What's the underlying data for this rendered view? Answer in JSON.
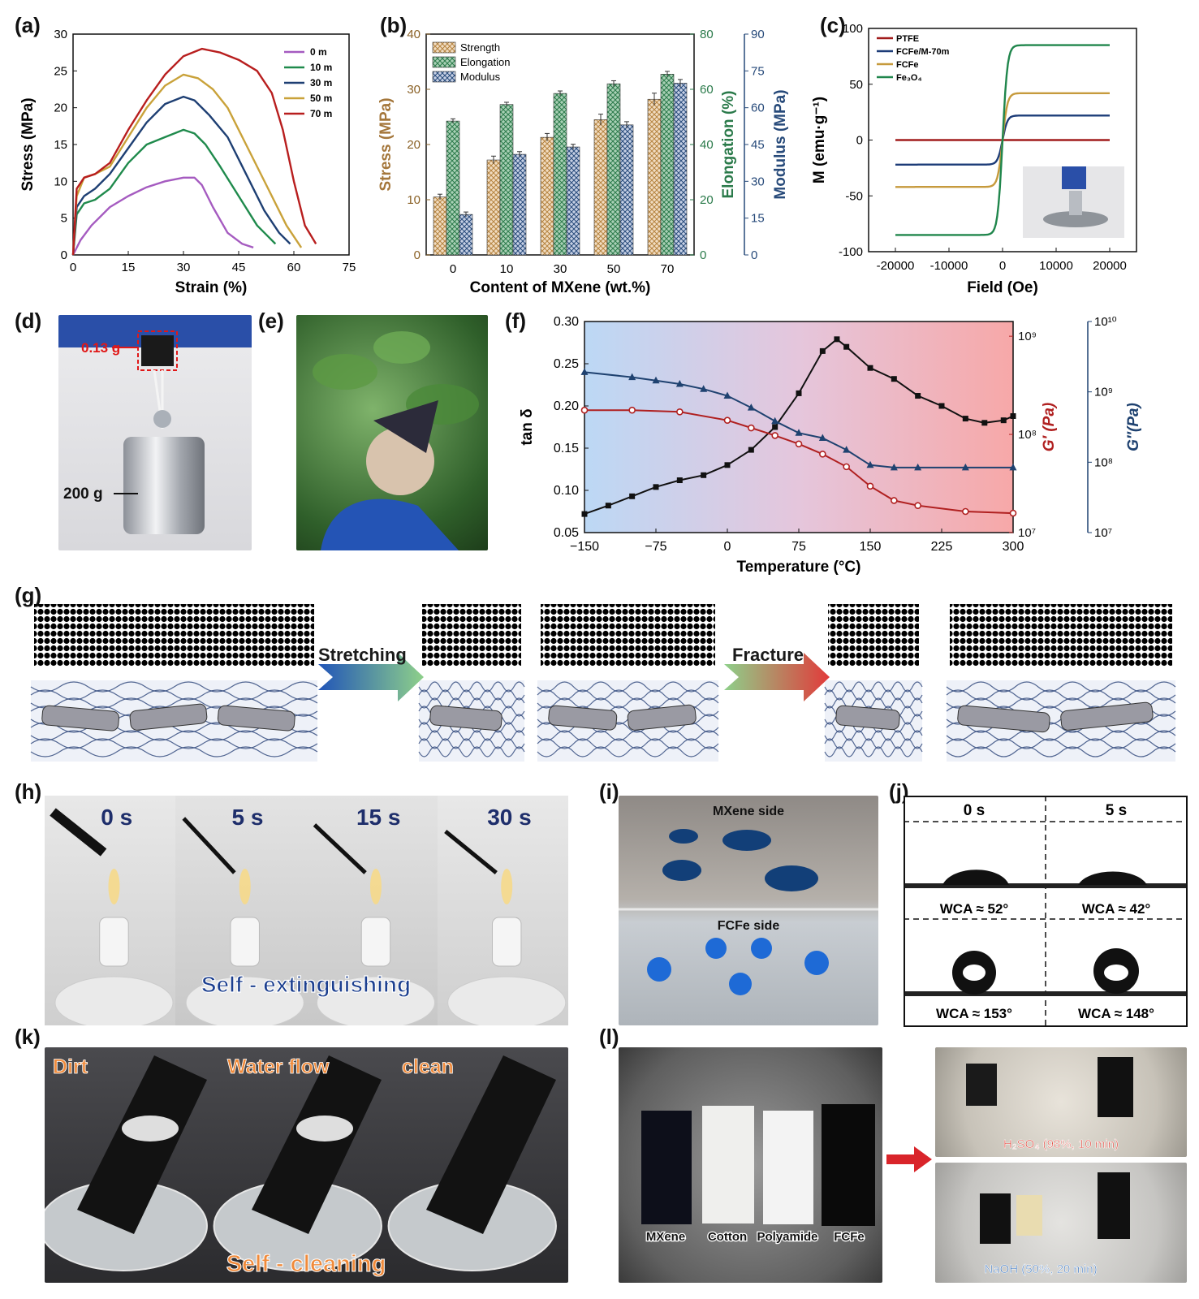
{
  "panels": {
    "a": "(a)",
    "b": "(b)",
    "c": "(c)",
    "d": "(d)",
    "e": "(e)",
    "f": "(f)",
    "g": "(g)",
    "h": "(h)",
    "i": "(i)",
    "j": "(j)",
    "k": "(k)",
    "l": "(l)"
  },
  "chart_data": [
    {
      "id": "a",
      "type": "line",
      "xlabel": "Strain (%)",
      "ylabel": "Stress (MPa)",
      "xlim": [
        0,
        75
      ],
      "ylim": [
        0,
        30
      ],
      "xticks": [
        "0",
        "15",
        "30",
        "45",
        "60",
        "75"
      ],
      "yticks": [
        "0",
        "5",
        "10",
        "15",
        "20",
        "25",
        "30"
      ],
      "legend_placement": "top-right",
      "colors": [
        "#a55bc0",
        "#1f8a4c",
        "#1e3f73",
        "#c9a23a",
        "#b81e1e"
      ],
      "series": [
        {
          "name": "0   m",
          "x": [
            0,
            2,
            5,
            10,
            15,
            20,
            25,
            30,
            33,
            35,
            38,
            42,
            46,
            49
          ],
          "y": [
            0,
            2,
            4,
            6.5,
            8,
            9.2,
            10,
            10.5,
            10.5,
            9.5,
            6.5,
            3,
            1.5,
            1
          ]
        },
        {
          "name": "10 m",
          "x": [
            0,
            1,
            3,
            6,
            10,
            15,
            20,
            25,
            30,
            33,
            36,
            40,
            45,
            50,
            53,
            55
          ],
          "y": [
            0,
            5.5,
            7,
            7.5,
            9,
            12.5,
            15,
            16,
            17,
            16.5,
            15,
            12,
            8,
            4,
            2.5,
            1.5
          ]
        },
        {
          "name": "30 m",
          "x": [
            0,
            1,
            3,
            6,
            10,
            15,
            20,
            25,
            30,
            33,
            37,
            42,
            47,
            52,
            56,
            59
          ],
          "y": [
            0,
            6.5,
            8,
            9,
            11,
            14.5,
            18,
            20.5,
            21.5,
            21,
            19,
            16,
            11,
            6,
            3,
            1.5
          ]
        },
        {
          "name": "50 m",
          "x": [
            0,
            1,
            3,
            6,
            10,
            15,
            20,
            25,
            30,
            34,
            38,
            42,
            47,
            53,
            58,
            62
          ],
          "y": [
            0,
            8,
            10.5,
            11,
            12,
            16,
            20,
            23,
            24.5,
            24,
            22.5,
            20,
            15,
            9,
            4,
            1
          ]
        },
        {
          "name": "70 m",
          "x": [
            0,
            1,
            3,
            6,
            10,
            15,
            20,
            25,
            30,
            35,
            40,
            45,
            50,
            54,
            57,
            60,
            63,
            66
          ],
          "y": [
            0,
            9,
            10.5,
            11,
            12.5,
            17,
            21,
            24.5,
            27,
            28,
            27.5,
            26.5,
            25,
            22,
            17,
            10,
            4,
            1.5
          ]
        }
      ]
    },
    {
      "id": "b",
      "type": "bar",
      "xlabel": "Content of MXene (wt.%)",
      "ylabel": "Stress (MPa)",
      "y2label": "Elongation (%)",
      "y3label": "Modulus (MPa)",
      "categories": [
        "0",
        "10",
        "30",
        "50",
        "70"
      ],
      "ylim": [
        0,
        40
      ],
      "y2lim": [
        0,
        80
      ],
      "y3lim": [
        0,
        90
      ],
      "yticks": [
        "0",
        "10",
        "20",
        "30",
        "40"
      ],
      "y2ticks": [
        "0",
        "20",
        "40",
        "60",
        "80"
      ],
      "y3ticks": [
        "0",
        "15",
        "30",
        "45",
        "60",
        "75",
        "90"
      ],
      "colors": {
        "Strength": "#b5833f",
        "Elongation": "#2a7a4a",
        "Modulus": "#274a7a"
      },
      "series": [
        {
          "name": "Strength",
          "axis": "y",
          "values": [
            10.5,
            17.2,
            21.3,
            24.5,
            28.2
          ],
          "err": [
            0.5,
            0.7,
            0.7,
            1,
            1.1
          ]
        },
        {
          "name": "Elongation",
          "axis": "y2",
          "values": [
            48.5,
            54.5,
            58.5,
            62,
            65.5
          ],
          "err": [
            0.8,
            0.8,
            0.9,
            1.1,
            1
          ]
        },
        {
          "name": "Modulus",
          "axis": "y3",
          "values": [
            16.5,
            41,
            44,
            53,
            70
          ],
          "err": [
            1,
            1.1,
            1.1,
            1.3,
            1.5
          ]
        }
      ]
    },
    {
      "id": "c",
      "type": "line",
      "xlabel": "Field (Oe)",
      "ylabel": "M (emu·g⁻¹)",
      "xlim": [
        -25000,
        25000
      ],
      "ylim": [
        -100,
        100
      ],
      "xticks": [
        "-20000",
        "-10000",
        "0",
        "10000",
        "20000"
      ],
      "yticks": [
        "-100",
        "-50",
        "0",
        "50",
        "100"
      ],
      "legend_placement": "top-left",
      "colors": [
        "#a11b1b",
        "#1d3c78",
        "#c69a3c",
        "#20864c"
      ],
      "series": [
        {
          "name": "PTFE",
          "ms": 0
        },
        {
          "name": "FCFe/M-70m",
          "ms": 22
        },
        {
          "name": "FCFe",
          "ms": 42
        },
        {
          "name": "Fe₃O₄",
          "ms": 85
        }
      ]
    },
    {
      "id": "f",
      "type": "line",
      "xlabel": "Temperature (°C)",
      "ylabel": "tan δ",
      "y2label": "G′ (Pa)",
      "y3label": "G″(Pa)",
      "xlim": [
        -150,
        300
      ],
      "ylim": [
        0.05,
        0.3
      ],
      "xticks": [
        "−150",
        "−75",
        "0",
        "75",
        "150",
        "225",
        "300"
      ],
      "yticks": [
        "0.05",
        "0.10",
        "0.15",
        "0.20",
        "0.25",
        "0.30"
      ],
      "y2ticks": [
        "10⁷",
        "10⁸",
        "10⁹"
      ],
      "y3ticks": [
        "10⁷",
        "10⁸",
        "10⁹",
        "10¹⁰"
      ],
      "colors": [
        "#111111",
        "#b02020",
        "#1f4270"
      ],
      "series": [
        {
          "name": "tan δ",
          "x": [
            -150,
            -125,
            -100,
            -75,
            -50,
            -25,
            0,
            25,
            50,
            75,
            100,
            115,
            125,
            150,
            175,
            200,
            225,
            250,
            270,
            290,
            300
          ],
          "y": [
            0.072,
            0.082,
            0.093,
            0.104,
            0.112,
            0.118,
            0.13,
            0.148,
            0.175,
            0.215,
            0.265,
            0.279,
            0.27,
            0.245,
            0.232,
            0.212,
            0.2,
            0.185,
            0.18,
            0.183,
            0.188
          ]
        },
        {
          "name": "G′",
          "x": [
            -150,
            -100,
            -50,
            0,
            25,
            50,
            75,
            100,
            125,
            150,
            175,
            200,
            250,
            300
          ],
          "y": [
            0.195,
            0.195,
            0.193,
            0.183,
            0.174,
            0.165,
            0.155,
            0.143,
            0.128,
            0.105,
            0.088,
            0.082,
            0.075,
            0.073
          ]
        },
        {
          "name": "G″",
          "x": [
            -150,
            -100,
            -75,
            -50,
            -25,
            0,
            25,
            50,
            75,
            100,
            125,
            150,
            175,
            200,
            250,
            300
          ],
          "y": [
            0.24,
            0.234,
            0.23,
            0.226,
            0.22,
            0.212,
            0.198,
            0.182,
            0.168,
            0.162,
            0.148,
            0.13,
            0.127,
            0.127,
            0.127,
            0.127
          ]
        }
      ]
    }
  ],
  "d": {
    "weight_small": "0.13 g",
    "weight_big": "200 g"
  },
  "g": {
    "stretch_label": "Stretching",
    "fracture_label": "Fracture"
  },
  "h": {
    "times": [
      "0 s",
      "5 s",
      "15 s",
      "30 s"
    ],
    "caption": "Self - extinguishing"
  },
  "i": {
    "top": "MXene side",
    "bottom": "FCFe side"
  },
  "j": {
    "times": [
      "0 s",
      "5 s"
    ],
    "wca": [
      "WCA ≈ 52°",
      "WCA ≈ 42°",
      "WCA ≈ 153°",
      "WCA ≈ 148°"
    ]
  },
  "k": {
    "labels": [
      "Dirt",
      "Water flow",
      "clean"
    ],
    "caption": "Self - cleaning"
  },
  "l": {
    "fabrics": [
      "MXene",
      "Cotton",
      "Polyamide",
      "FCFe"
    ],
    "acid": "H₂SO₄ (98%, 10 min)",
    "base": "NaOH (50%, 20 min)"
  }
}
